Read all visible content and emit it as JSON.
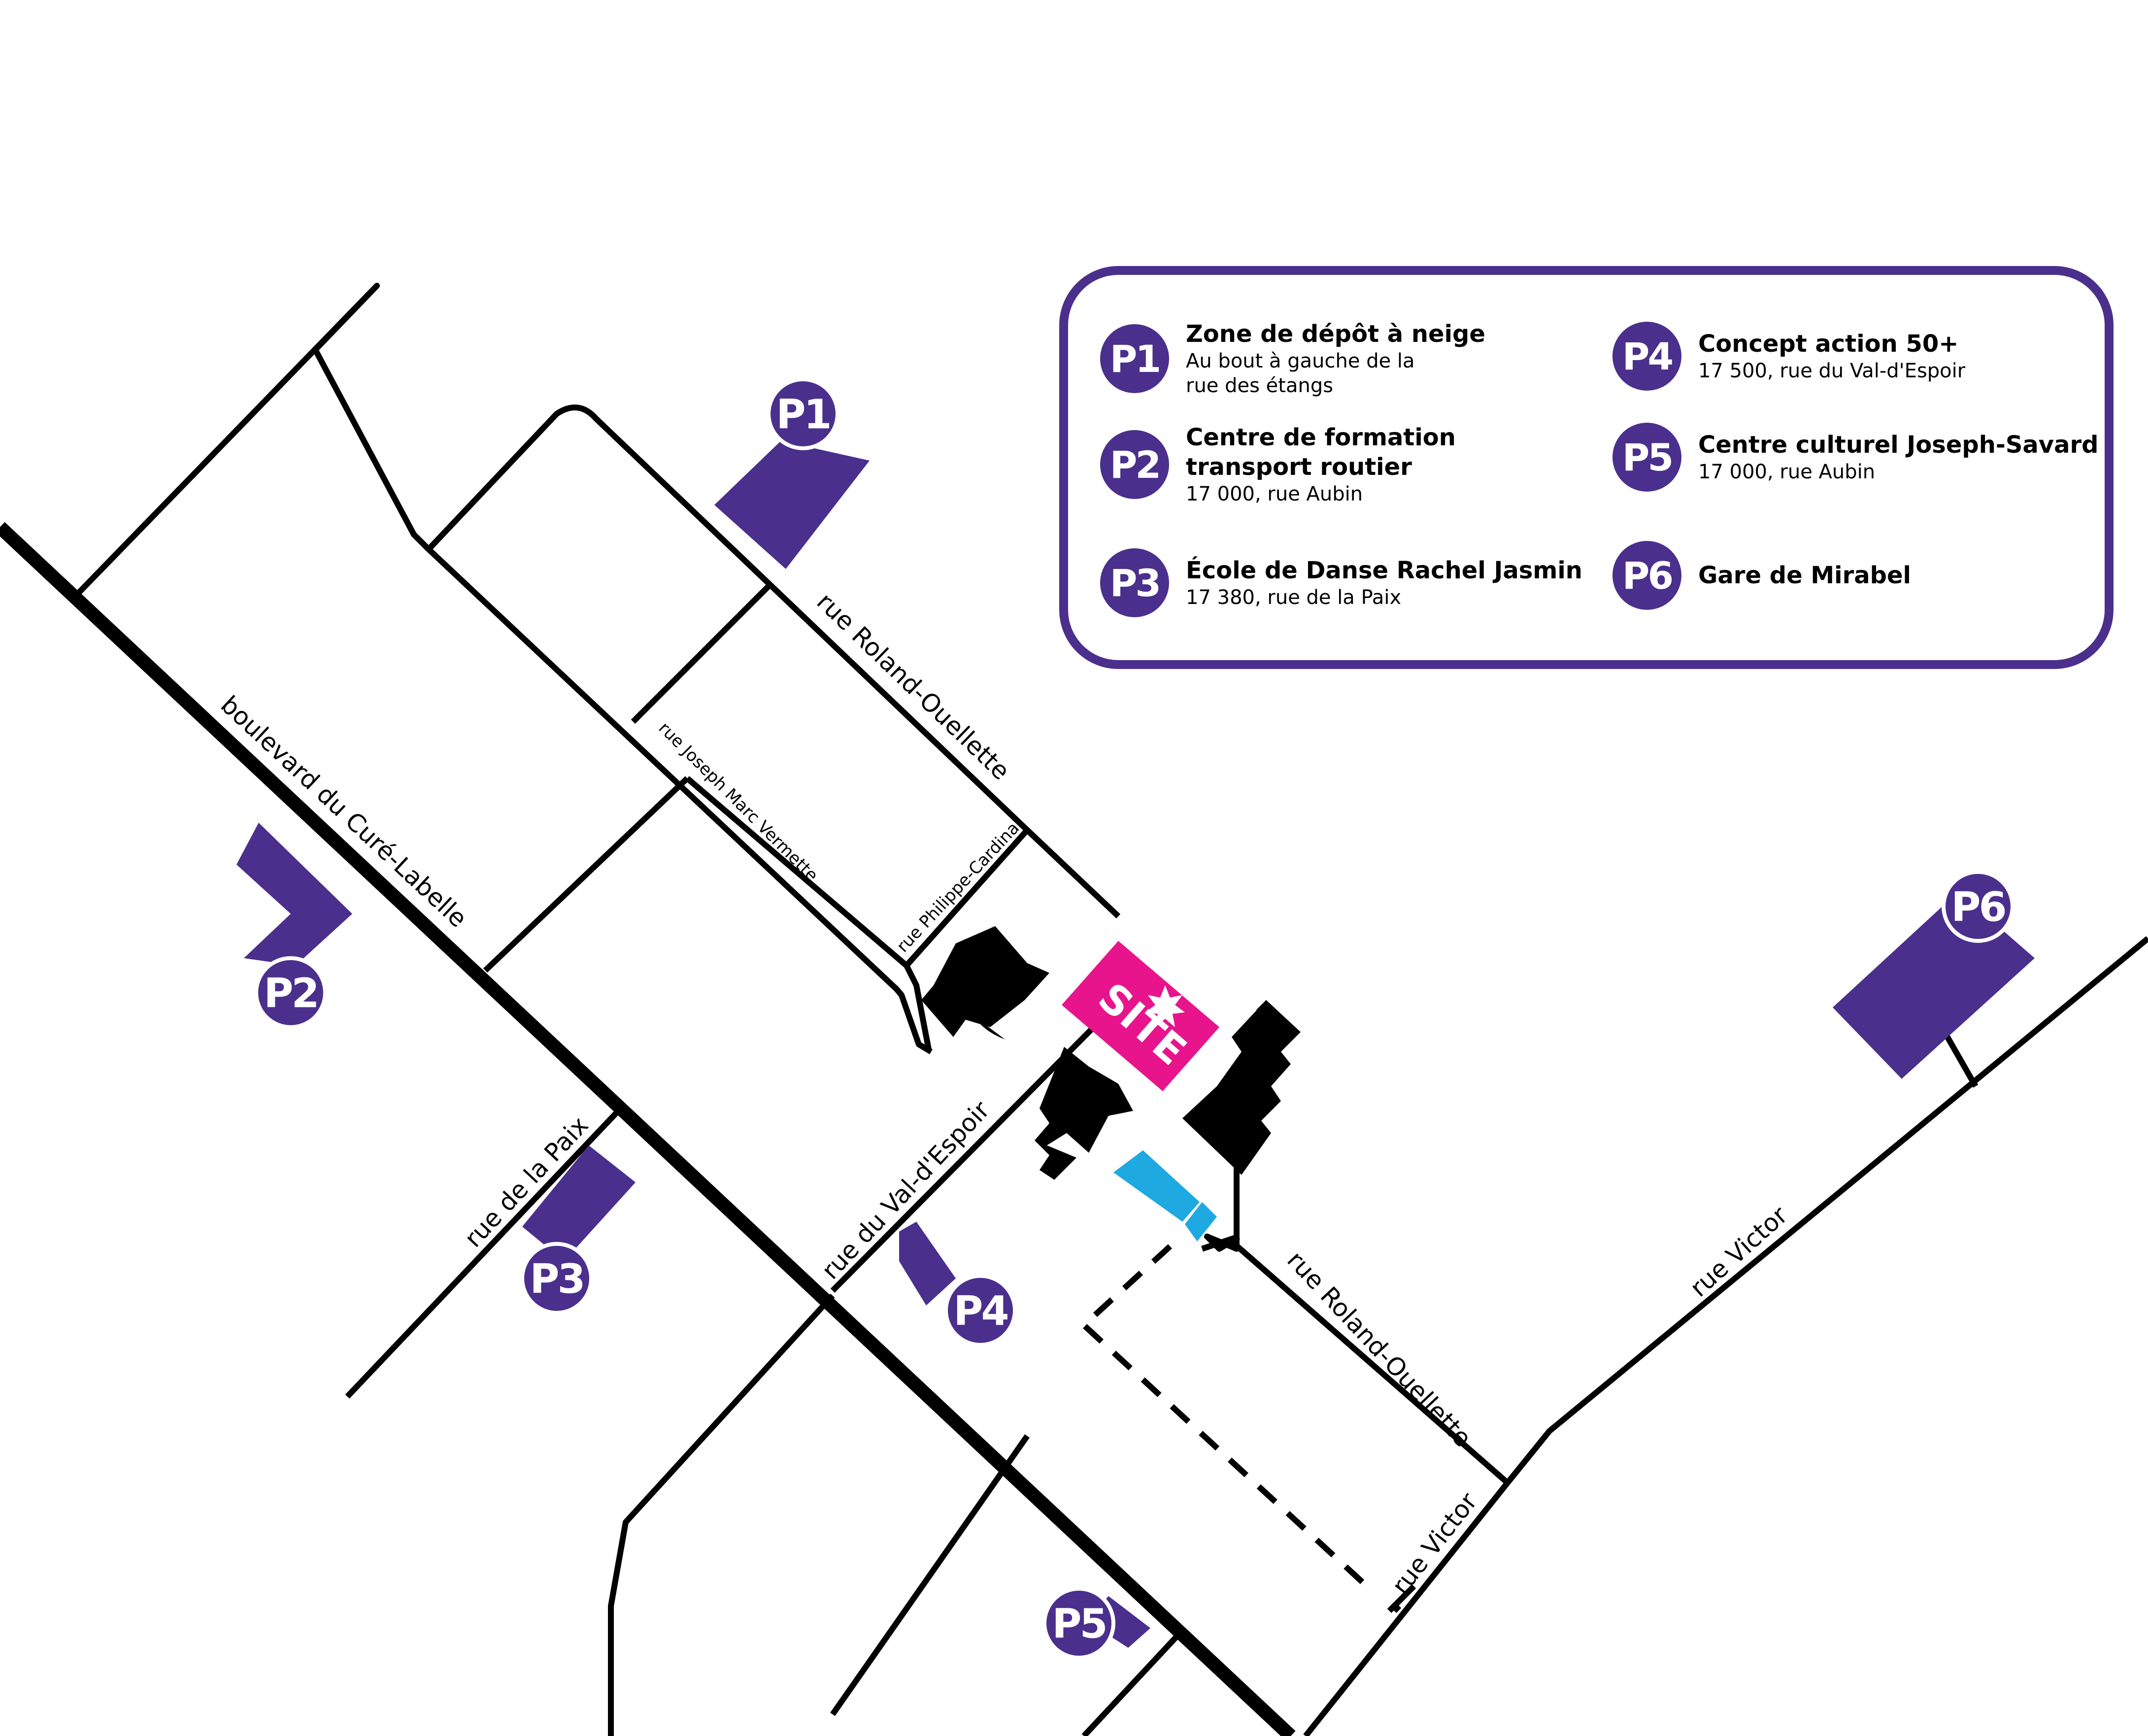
{
  "streets": {
    "curelabelle": "boulevard du Curé-Labelle",
    "roland_top": "rue Roland-Ouellette",
    "vermette": "rue Joseph Marc Vermette",
    "cardinal": "rue Philippe-Cardinal",
    "valespoir": "rue du Val-d'Espoir",
    "paix": "rue de la Paix",
    "roland_bottom": "rue Roland-Ouellette",
    "victor_right": "rue Victor",
    "victor_bottom": "rue Victor"
  },
  "site_label": "SITE",
  "parkings": [
    {
      "code": "P1",
      "title": "Zone de dépôt à neige",
      "lines": [
        "Au bout à gauche de la",
        "rue des étangs"
      ]
    },
    {
      "code": "P2",
      "title_lines": [
        "Centre de formation",
        "transport routier"
      ],
      "lines": [
        "17 000, rue Aubin"
      ]
    },
    {
      "code": "P3",
      "title": "École de Danse Rachel Jasmin",
      "lines": [
        "17 380, rue de la Paix"
      ]
    },
    {
      "code": "P4",
      "title": "Concept action 50+",
      "lines": [
        "17 500, rue du Val-d'Espoir"
      ]
    },
    {
      "code": "P5",
      "title": "Centre culturel Joseph-Savard",
      "lines": [
        "17 000, rue Aubin"
      ]
    },
    {
      "code": "P6",
      "title": "Gare de Mirabel",
      "lines": []
    }
  ],
  "colors": {
    "parking": "#4b2f8c",
    "site": "#e8148c",
    "building": "#000000",
    "bus": "#1fa9e1"
  }
}
